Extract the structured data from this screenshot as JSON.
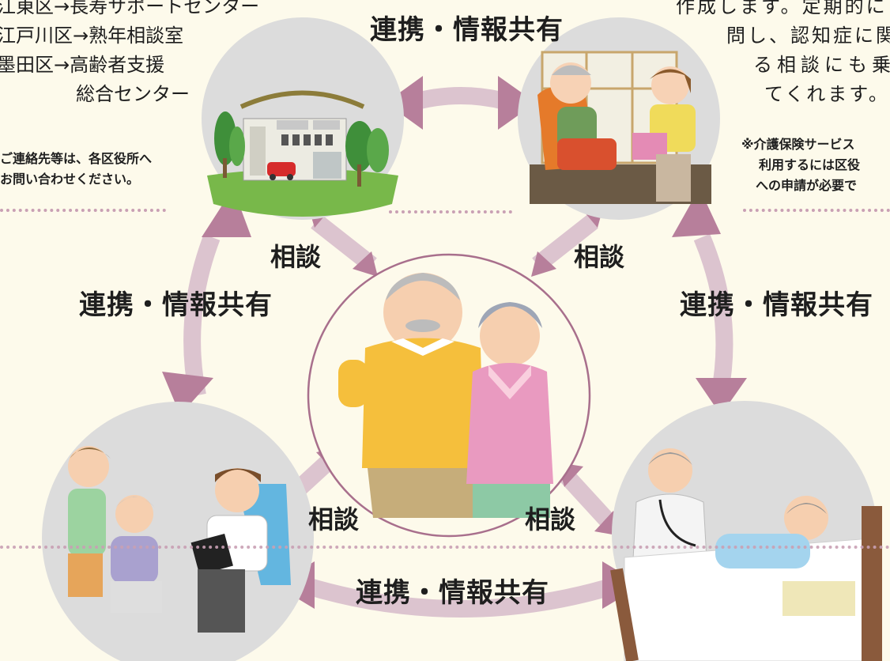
{
  "top_left_list": {
    "line1": "江東区→長寿サポートセンター",
    "line2": "江戸川区→熟年相談室",
    "line3": "墨田区→高齢者支援",
    "line4": "総合センター"
  },
  "top_left_note": {
    "line1": "ご連絡先等は、各区役所へ",
    "line2": "お問い合わせください。"
  },
  "top_right_text": {
    "line1": "作成します。定期的に",
    "line2": "問し、認知症に関",
    "line3": "る相談にも乗",
    "line4": "てくれます。"
  },
  "top_right_note": {
    "line1": "※介護保険サービス",
    "line2": "利用するには区役",
    "line3": "への申請が必要で"
  },
  "labels": {
    "cooperation_top": "連携・情報共有",
    "cooperation_left": "連携・情報共有",
    "cooperation_right": "連携・情報共有",
    "cooperation_bottom": "連携・情報共有",
    "consult_top_left": "相談",
    "consult_top_right": "相談",
    "consult_bottom_left": "相談",
    "consult_bottom_right": "相談"
  },
  "colors": {
    "background": "#fdfaeb",
    "arrow": "#b77f9b",
    "arrow_band": "#dcc4cf",
    "circle_ring": "#a86f8c"
  }
}
